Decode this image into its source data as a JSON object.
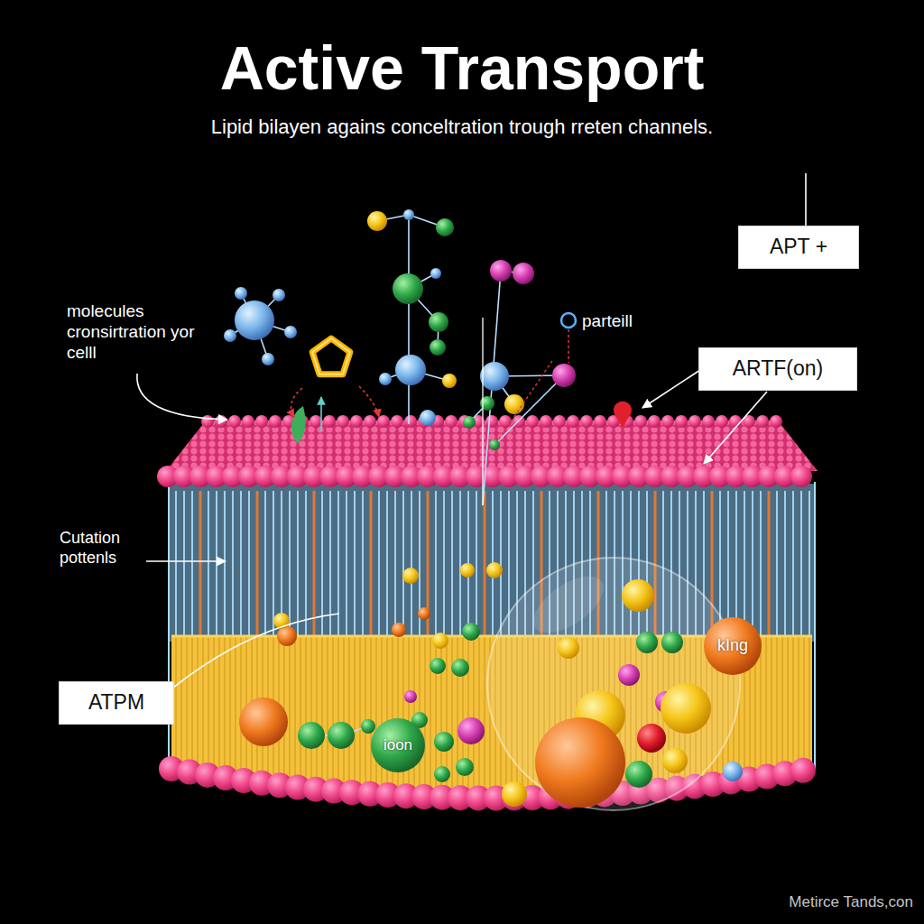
{
  "diagram": {
    "title": "Active Transport",
    "nodes": [
      {
        "text": [
          "APT +"
        ]
      },
      {
        "text": [
          "ARTF(on)"
        ]
      },
      {
        "text": [
          "kIng"
        ]
      },
      {
        "text": [
          "ATPM"
        ]
      },
      {
        "text": [
          "ioon"
        ]
      }
    ],
    "labels": [
      "Lipid bilayen agains conceltration trough rreten channels.",
      "molecules cronsirtration yor celll",
      "parteill",
      "Cutation pottenls",
      "Metirce Tands,con"
    ]
  }
}
